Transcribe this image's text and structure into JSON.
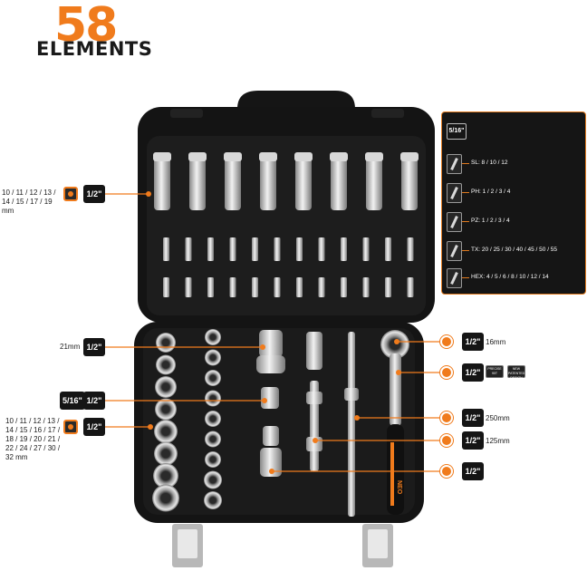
{
  "header": {
    "count": "58",
    "title": "ELEMENTS"
  },
  "callouts": {
    "top_socket_sizes": "10 / 11 / 12 / 13 / 14 / 15 / 17 / 19 mm",
    "top_drive": "1/2\"",
    "socket_21_size": "21mm",
    "socket_21_drive": "1/2\"",
    "adapter_drive": "5/16\"",
    "adapter_drive2": "1/2\"",
    "bottom_socket_sizes": "10 / 11 / 12 / 13 / 14 / 15 / 16 / 17 / 18 / 19 / 20 / 21 / 22 / 24 / 27 / 30 / 32 mm",
    "bottom_drive": "1/2\"",
    "ratchet_drive": "1/2\"",
    "ratchet_length": "16mm",
    "joint_drive": "1/2\"",
    "bar_drive": "1/2\"",
    "bar_length": "250mm",
    "ext_drive": "1/2\"",
    "ext_length": "125mm",
    "ujoint_drive": "1/2\""
  },
  "bit_panel": {
    "holder_size": "5/16\"",
    "rows": [
      {
        "text": "SL: 8 / 10 / 12",
        "icon": "slotted-bit-icon"
      },
      {
        "text": "PH: 1 / 2 / 3 / 4",
        "icon": "phillips-bit-icon"
      },
      {
        "text": "PZ: 1 / 2 / 3 / 4",
        "icon": "pozidriv-bit-icon"
      },
      {
        "text": "TX: 20 / 25 / 30 / 40 / 45 / 50 / 55",
        "icon": "torx-bit-icon"
      },
      {
        "text": "HEX: 4 / 5 / 6 / 8 / 10 / 12 / 14",
        "icon": "hex-bit-icon"
      }
    ]
  },
  "ratchet_badges": {
    "precise": "PRECISE 90T",
    "patent": "NEW PATENTED DESIGN"
  },
  "case_brand": "NEO",
  "colors": {
    "accent": "#f07b1c",
    "case": "#141414",
    "chrome": "#c9c9c9"
  }
}
